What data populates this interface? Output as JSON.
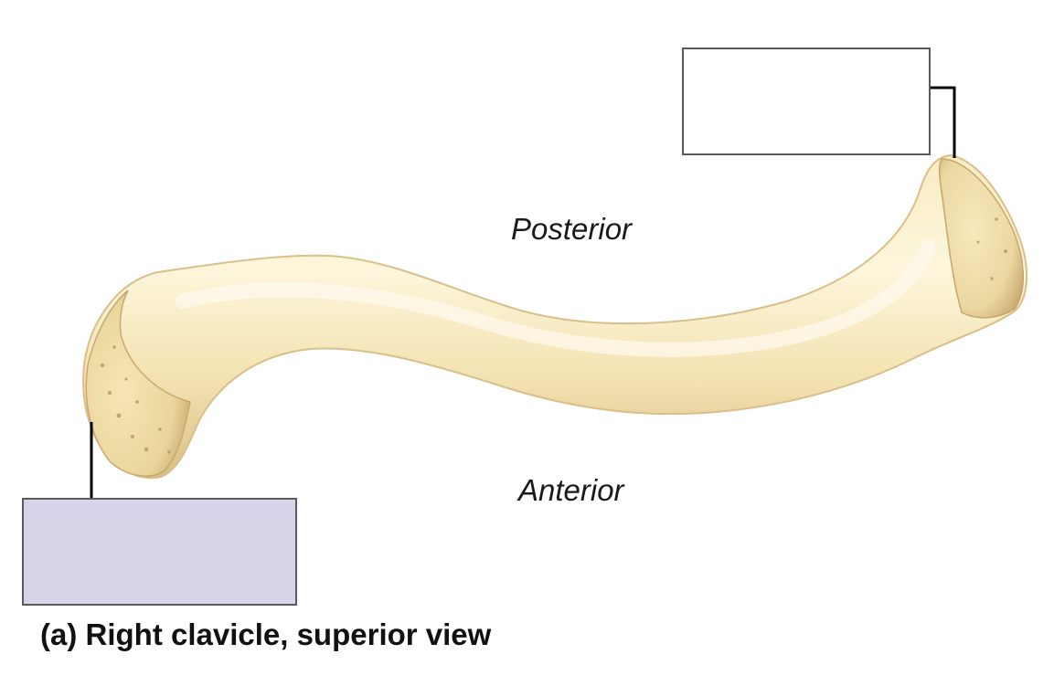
{
  "diagram": {
    "labels": {
      "posterior": "Posterior",
      "anterior": "Anterior"
    },
    "caption": "(a) Right clavicle, superior view",
    "label_boxes": [
      {
        "id": "box-top",
        "value": "",
        "fill": "#ffffff"
      },
      {
        "id": "box-bottom",
        "value": "",
        "fill": "#d8d3e8"
      }
    ],
    "colors": {
      "bone_light": "#fbf3d6",
      "bone_mid": "#f0deaa",
      "bone_shadow": "#cfb27a",
      "leader_line": "#000000",
      "box_border": "#5a5a5a"
    }
  }
}
